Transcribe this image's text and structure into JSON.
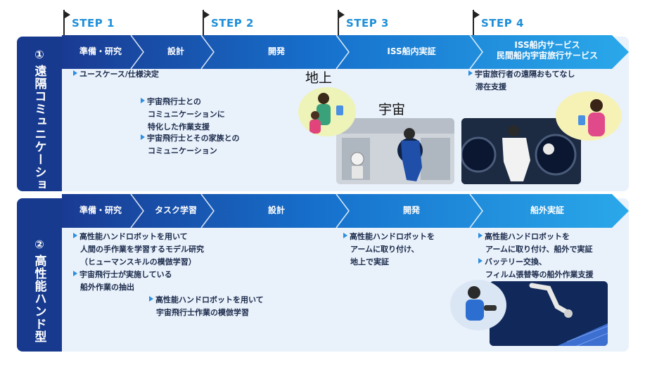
{
  "steps": [
    "STEP 1",
    "STEP 2",
    "STEP 3",
    "STEP 4"
  ],
  "row1": {
    "num": "①",
    "title": "遠隔コミュニケーション型",
    "arrows": [
      "準備・研究",
      "設計",
      "開発",
      "ISS船内実証",
      "ISS船内サービス",
      "民間船内宇宙旅行サービス"
    ],
    "b1": "ユースケース/仕様決定",
    "b2": [
      "宇宙飛行士との",
      "コミュニケーションに",
      "特化した作業支援"
    ],
    "b3": [
      "宇宙飛行士とその家族との",
      "コミュニケーション"
    ],
    "b4": [
      "宇宙旅行者の遠隔おもてなし",
      "滞在支援"
    ],
    "tag_ground": "地上",
    "tag_space": "宇宙"
  },
  "row2": {
    "num": "②",
    "title": "高性能ハンド型",
    "arrows": [
      "準備・研究",
      "タスク学習",
      "設計",
      "開発",
      "船外実証"
    ],
    "b1": [
      "高性能ハンドロボットを用いて",
      "人間の手作業を学習するモデル研究",
      "（ヒューマンスキルの模倣学習）"
    ],
    "b2": [
      "宇宙飛行士が実施している",
      "船外作業の抽出"
    ],
    "b3": [
      "高性能ハンドロボットを用いて",
      "宇宙飛行士作業の模倣学習"
    ],
    "b4": [
      "高性能ハンドロボットを",
      "アームに取り付け、",
      "地上で実証"
    ],
    "b5": [
      "高性能ハンドロボットを",
      "アームに取り付け、船外で実証"
    ],
    "b6": [
      "バッテリー交換、",
      "フィルム張替等の船外作業支援"
    ]
  },
  "colors": {
    "navy": "#173a8f",
    "accent": "#1e8fd8",
    "panel": "#e9f1fb"
  }
}
